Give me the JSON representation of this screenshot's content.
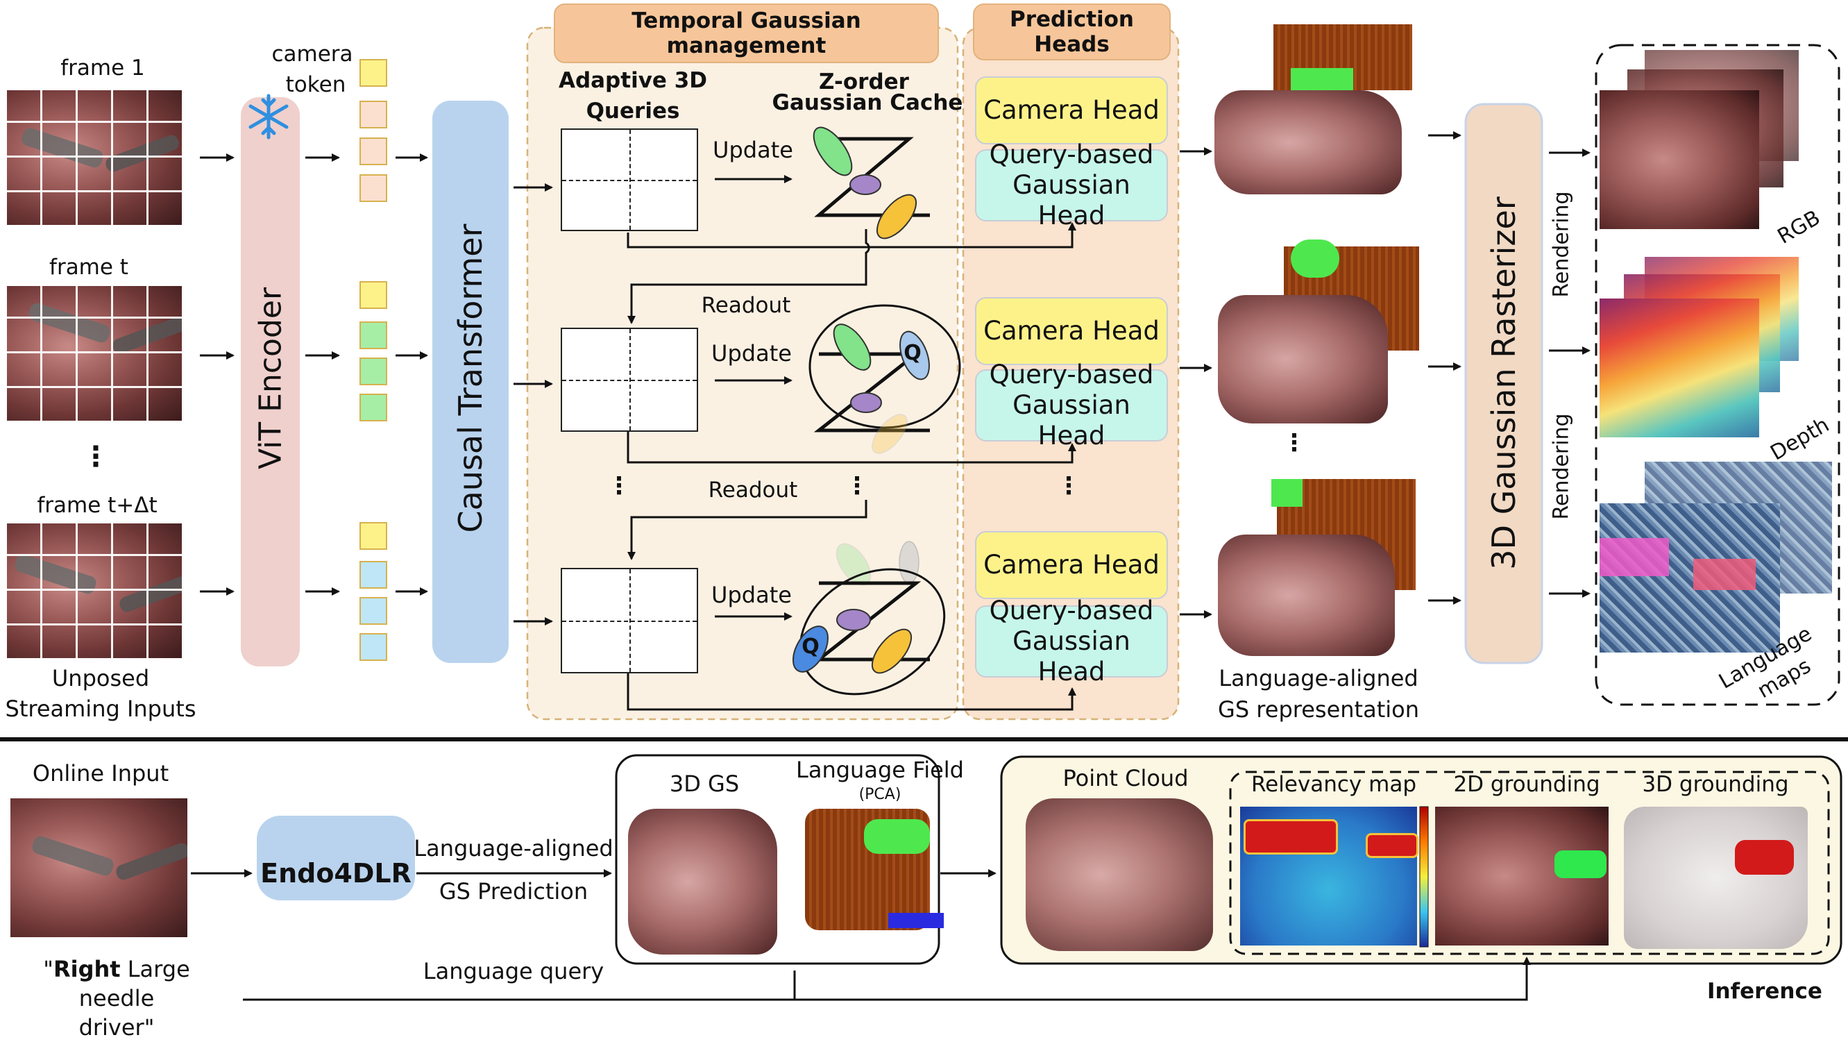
{
  "frames": {
    "frame1": "frame 1",
    "framet": "frame t",
    "ellipsis": "⋮",
    "framedt": "frame t+Δt",
    "caption_line1": "Unposed",
    "caption_line2": "Streaming Inputs"
  },
  "camera_token": {
    "line1": "camera",
    "line2": "token"
  },
  "encoder": "ViT Encoder",
  "transformer": "Causal Transformer",
  "temporal_header": "Temporal Gaussian management",
  "prediction_header": "Prediction Heads",
  "queries_label_line1": "Adaptive 3D",
  "queries_label_line2": "Queries",
  "cache_label_line1": "Z-order",
  "cache_label_line2": "Gaussian Cache",
  "update": "Update",
  "readout": "Readout",
  "query_letter": "Q",
  "camera_head": "Camera Head",
  "gauss_head_line1": "Query-based",
  "gauss_head_line2": "Gaussian Head",
  "gs_caption_line1": "Language-aligned",
  "gs_caption_line2": "GS representation",
  "rasterizer": "3D Gaussian Rasterizer",
  "rendering": "Rendering",
  "outputs": {
    "rgb": "RGB",
    "depth": "Depth",
    "lang1": "Language",
    "lang2": "maps"
  },
  "inference": {
    "online_input": "Online Input",
    "model": "Endo4DLR",
    "pred_line1": "Language-aligned",
    "pred_line2": "GS Prediction",
    "gs3d": "3D GS",
    "lang_field": "Language Field",
    "pca": "(PCA)",
    "point_cloud": "Point Cloud",
    "relevancy": "Relevancy map",
    "grounding2d": "2D grounding",
    "grounding3d": "3D grounding",
    "query_prefix": "\"",
    "query_bold": "Right",
    "query_rest": " Large needle",
    "query_line2": "driver\"",
    "language_query": "Language query",
    "inference_label": "Inference"
  },
  "colors": {
    "encoder_fill": "#efd0cd",
    "transformer_fill": "#b9d3ee",
    "rasterizer_fill": "#f1d9c4",
    "temporal_panel": "#fbf1e3",
    "prediction_panel": "#fae3cf",
    "header_fill": "#f6c69a",
    "camera_head": "#fdf28a",
    "gaussian_head": "#c6f6ea",
    "inference_panel": "#fbf7e3"
  },
  "icons": {
    "freeze": "snowflake-icon"
  }
}
